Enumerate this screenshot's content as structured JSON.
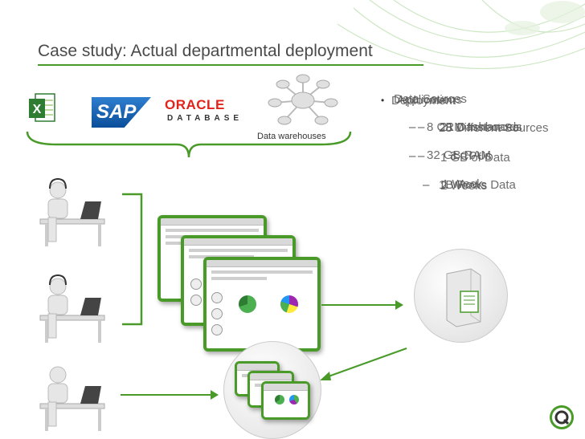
{
  "slide": {
    "title": "Case study: Actual departmental deployment"
  },
  "logos": {
    "sap": "SAP",
    "oracle": "ORACLE",
    "oracle_sub": "DATABASE"
  },
  "data_warehouses_label": "Data warehouses",
  "overlaid_bullets": {
    "layer_a": {
      "heading": "Data Sources",
      "sub1": "8 CRM Instances",
      "sub2": "1 GB of Data",
      "sub3": "2 Weeks"
    },
    "layer_b": {
      "heading": "Deployment",
      "sub1": "28 Different Sources",
      "sub2": "32 GB RAM",
      "sub3": "1 Week"
    },
    "layer_c": {
      "heading": "Applications",
      "sub1": "21 Dashboards",
      "sub2": "3 CPUs",
      "sub3": "1B Rows Data"
    }
  },
  "colors": {
    "accent_green": "#4a9a2a",
    "title_gray": "#4a4a4a"
  },
  "icons": [
    "excel-icon",
    "sap-logo",
    "oracle-logo",
    "database-cluster-icon",
    "call-center-user-icon",
    "user-icon",
    "server-icon",
    "qlikview-icon"
  ]
}
